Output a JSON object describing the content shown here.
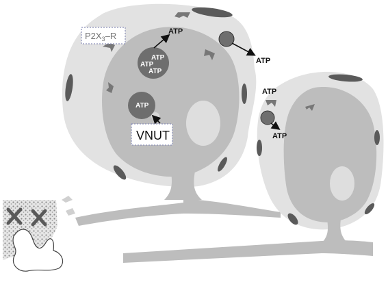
{
  "labels": {
    "p2x3_receptor": "P2X",
    "p2x3_subscript": "3",
    "p2x3_suffix": "–R",
    "vnut": "VNUT",
    "atp": "ATP"
  },
  "colors": {
    "neuron_body": "#bdbdbd",
    "satellite_glia": "#e2e2e2",
    "glia_nucleus": "#5a5a5a",
    "neuron_nucleus": "#dedede",
    "vesicle": "#6e6e6e",
    "receptor": "#777777",
    "box_border": "#8a8fb8",
    "tissue_pattern": "#8c8c8c"
  }
}
